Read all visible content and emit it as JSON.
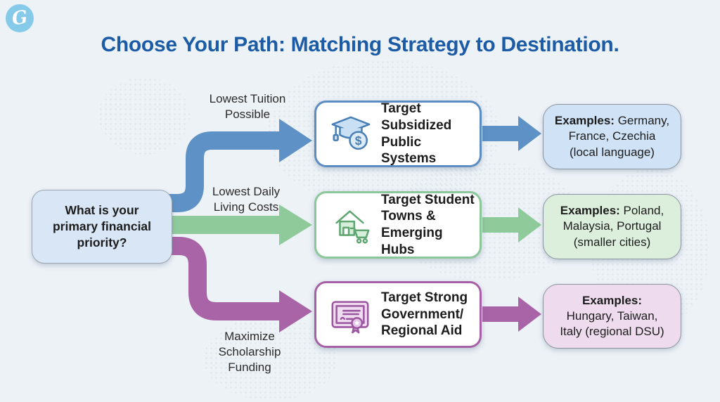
{
  "logo": {
    "glyph": "G"
  },
  "title": "Choose Your Path: Matching Strategy to Destination.",
  "decision": {
    "text": "What is your\nprimary financial\npriority?"
  },
  "colors": {
    "title_text": "#1c5ba5",
    "background": "#edf2f7",
    "logo_circle": "#85cbe9",
    "blue_arrow": "#5e91c6",
    "green_arrow": "#8fca9b",
    "purple_arrow": "#a964a8",
    "blue_pastel": "#d0e2f6",
    "green_pastel": "#dcefdc",
    "purple_pastel": "#eedcee"
  },
  "rows": [
    {
      "branch_label": "Lowest Tuition\nPossible",
      "strategy": {
        "icon": "graduation-cap-dollar-icon",
        "text": "Target\nSubsidized\nPublic Systems"
      },
      "examples": {
        "label": "Examples:",
        "text": " Germany,\nFrance, Czechia\n(local language)"
      }
    },
    {
      "branch_label": "Lowest Daily\nLiving Costs",
      "strategy": {
        "icon": "house-cart-icon",
        "text": "Target Student\nTowns &\nEmerging Hubs"
      },
      "examples": {
        "label": "Examples:",
        "text": " Poland,\nMalaysia, Portugal\n(smaller cities)"
      }
    },
    {
      "branch_label": "Maximize\nScholarship\nFunding",
      "strategy": {
        "icon": "certificate-award-icon",
        "text": "Target Strong\nGovernment/\nRegional Aid"
      },
      "examples": {
        "label": "Examples:",
        "text": "\nHungary, Taiwan,\nItaly (regional DSU)"
      }
    }
  ]
}
